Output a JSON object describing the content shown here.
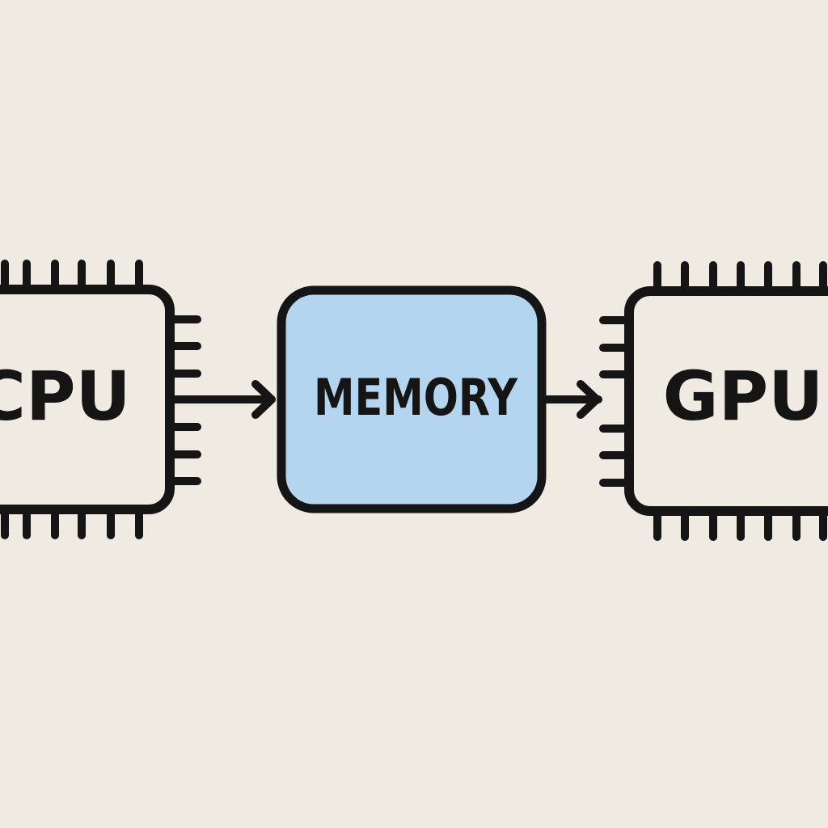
{
  "diagram": {
    "nodes": {
      "cpu": {
        "label": "CPU",
        "kind": "chip"
      },
      "memory": {
        "label": "MEMORY",
        "kind": "block",
        "fill": "#b3d5f0"
      },
      "gpu": {
        "label": "GPU",
        "kind": "chip"
      }
    },
    "edges": [
      {
        "from": "cpu",
        "to": "memory"
      },
      {
        "from": "memory",
        "to": "gpu"
      }
    ],
    "colors": {
      "background": "#efebe2",
      "stroke": "#151515",
      "memory_fill": "#b3d5f0"
    }
  }
}
